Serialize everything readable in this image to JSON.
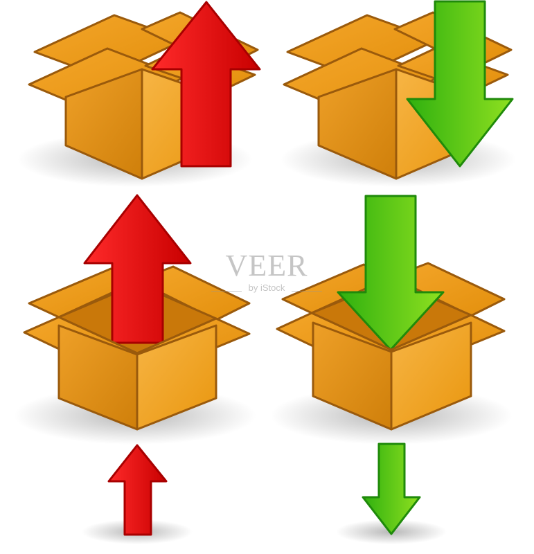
{
  "watermark": {
    "brand": "VEER",
    "tagline": "by iStock"
  },
  "icons": [
    {
      "name": "box-upload",
      "arrow": "up"
    },
    {
      "name": "box-download",
      "arrow": "down"
    },
    {
      "name": "open-box-upload",
      "arrow": "up"
    },
    {
      "name": "open-box-download",
      "arrow": "down"
    },
    {
      "name": "up-arrow",
      "arrow": "up"
    },
    {
      "name": "down-arrow",
      "arrow": "down"
    }
  ],
  "colors": {
    "box_light": "#f5a623",
    "box_dark": "#d98a12",
    "box_stroke": "#9a5a0c",
    "arrow_red": "#e60000",
    "arrow_red_stroke": "#a80000",
    "arrow_green": "#4cc414",
    "arrow_green_stroke": "#1f8a0a"
  }
}
